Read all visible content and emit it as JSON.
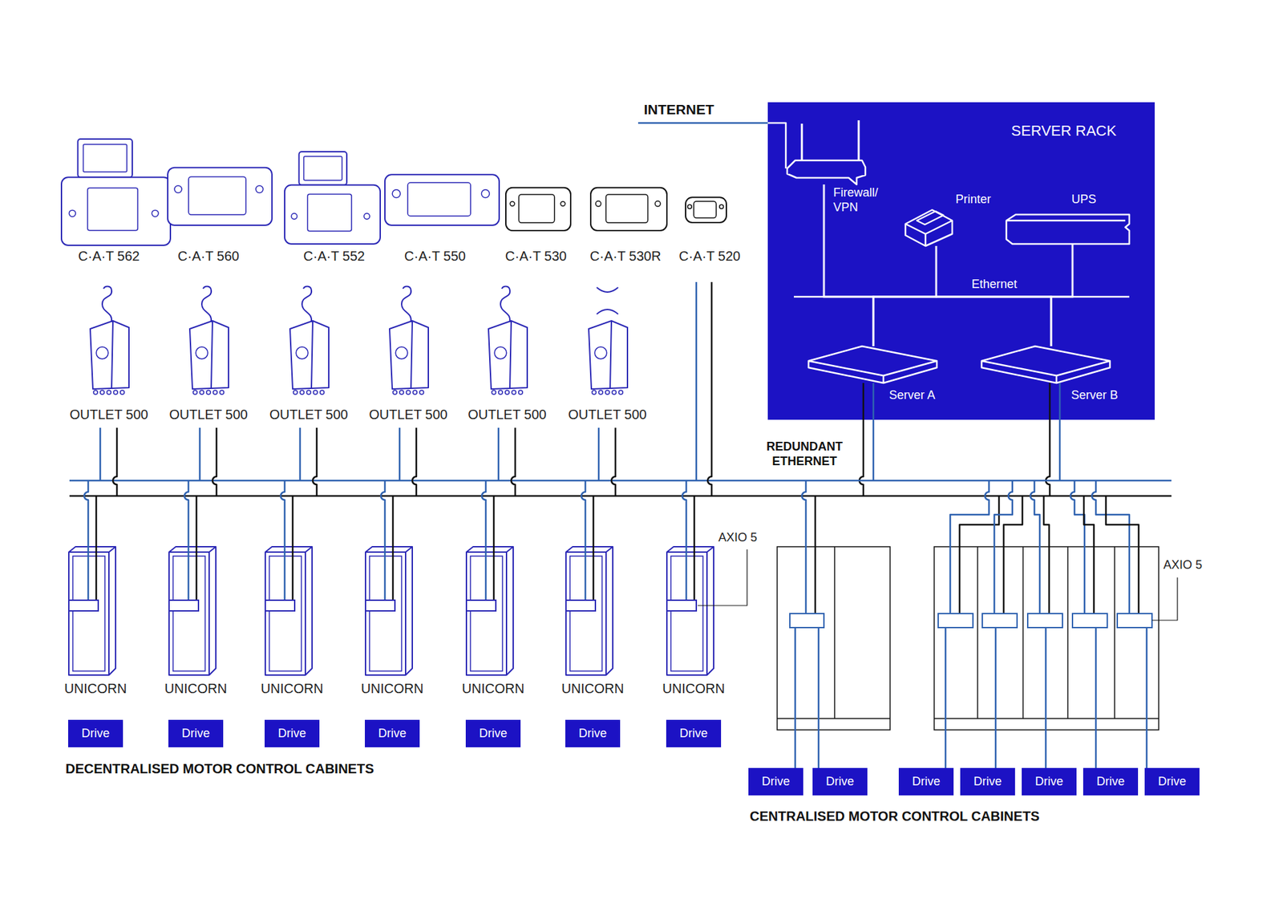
{
  "diagram": {
    "nodes": [
      {
        "text": [
          "SERVER RACK"
        ]
      },
      {
        "text": [
          "Firewall/ VPN"
        ],
        "in": 0
      },
      {
        "text": [
          "Printer"
        ],
        "in": 0
      },
      {
        "text": [
          "UPS"
        ],
        "in": 0
      },
      {
        "text": [
          "Server A"
        ],
        "in": 0
      },
      {
        "text": [
          "Server B"
        ],
        "in": 0
      },
      {
        "text": [
          "C·A·T 562"
        ]
      },
      {
        "text": [
          "C·A·T 560"
        ]
      },
      {
        "text": [
          "C·A·T 552"
        ]
      },
      {
        "text": [
          "C·A·T 550"
        ]
      },
      {
        "text": [
          "C·A·T 530"
        ]
      },
      {
        "text": [
          "C·A·T 530R"
        ]
      },
      {
        "text": [
          "C·A·T 520"
        ]
      },
      {
        "text": [
          "OUTLET 500"
        ]
      },
      {
        "text": [
          "OUTLET 500"
        ]
      },
      {
        "text": [
          "OUTLET 500"
        ]
      },
      {
        "text": [
          "OUTLET 500"
        ]
      },
      {
        "text": [
          "OUTLET 500"
        ]
      },
      {
        "text": [
          "OUTLET 500"
        ]
      },
      {
        "text": [
          "UNICORN"
        ]
      },
      {
        "text": [
          "UNICORN"
        ]
      },
      {
        "text": [
          "UNICORN"
        ]
      },
      {
        "text": [
          "UNICORN"
        ]
      },
      {
        "text": [
          "UNICORN"
        ]
      },
      {
        "text": [
          "UNICORN"
        ]
      },
      {
        "text": [
          "UNICORN"
        ]
      },
      {
        "text": [
          "Drive"
        ]
      },
      {
        "text": [
          "Drive"
        ]
      },
      {
        "text": [
          "Drive"
        ]
      },
      {
        "text": [
          "Drive"
        ]
      },
      {
        "text": [
          "Drive"
        ]
      },
      {
        "text": [
          "Drive"
        ]
      },
      {
        "text": [
          "Drive"
        ]
      },
      {
        "text": [
          "Drive"
        ]
      },
      {
        "text": [
          "Drive"
        ]
      },
      {
        "text": [
          "Drive"
        ]
      },
      {
        "text": [
          "Drive"
        ]
      },
      {
        "text": [
          "Drive"
        ]
      },
      {
        "text": [
          "Drive"
        ]
      },
      {
        "text": [
          "Drive"
        ]
      }
    ],
    "edges": [
      {
        "from": 1,
        "to": 4,
        "arrow": "none"
      },
      {
        "from": 1,
        "to": 5,
        "arrow": "none"
      },
      {
        "from": 2,
        "to": 4,
        "arrow": "none"
      },
      {
        "from": 2,
        "to": 5,
        "arrow": "none"
      },
      {
        "from": 3,
        "to": 4,
        "arrow": "none"
      },
      {
        "from": 3,
        "to": 5,
        "arrow": "none"
      }
    ],
    "labels": [
      "INTERNET",
      "Ethernet",
      "REDUNDANT ETHERNET",
      "AXIO 5",
      "AXIO 5",
      "DECENTRALISED MOTOR CONTROL CABINETS",
      "CENTRALISED MOTOR CONTROL CABINETS"
    ]
  }
}
